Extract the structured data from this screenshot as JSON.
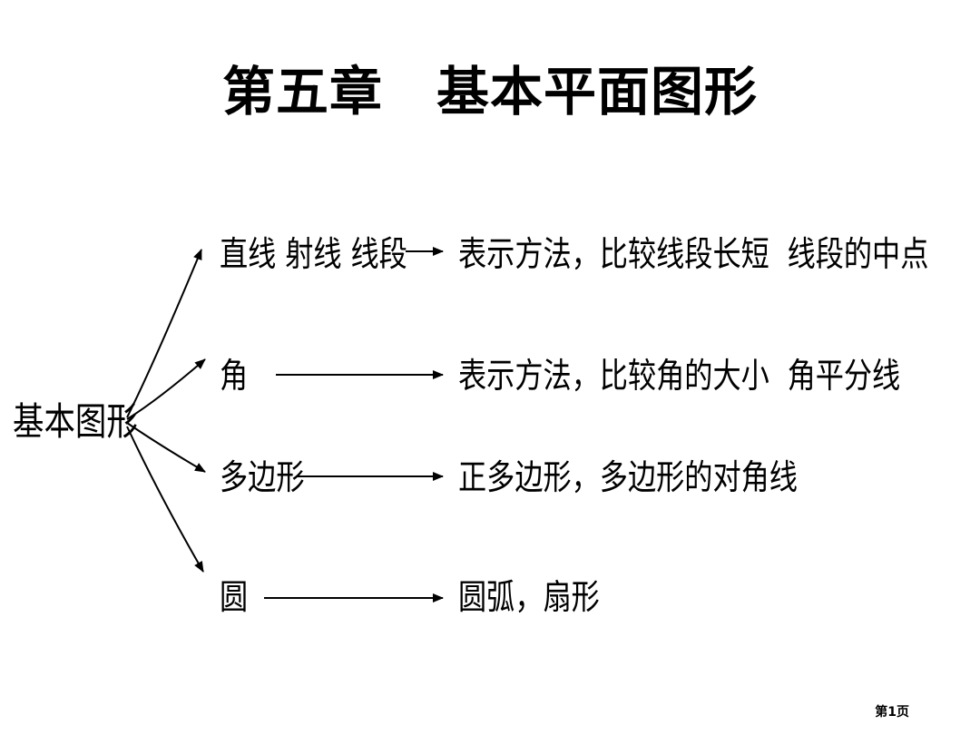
{
  "slide": {
    "title": "第五章　基本平面图形",
    "page_number": "第1页"
  },
  "diagram": {
    "root": "基本图形",
    "branches": [
      {
        "topic": "直线 射线 线段",
        "detail": "表示方法，比较线段长短  线段的中点"
      },
      {
        "topic": "角",
        "detail": "表示方法，比较角的大小  角平分线"
      },
      {
        "topic": "多边形",
        "detail": "正多边形，多边形的对角线"
      },
      {
        "topic": "圆",
        "detail": "圆弧，扇形"
      }
    ]
  }
}
